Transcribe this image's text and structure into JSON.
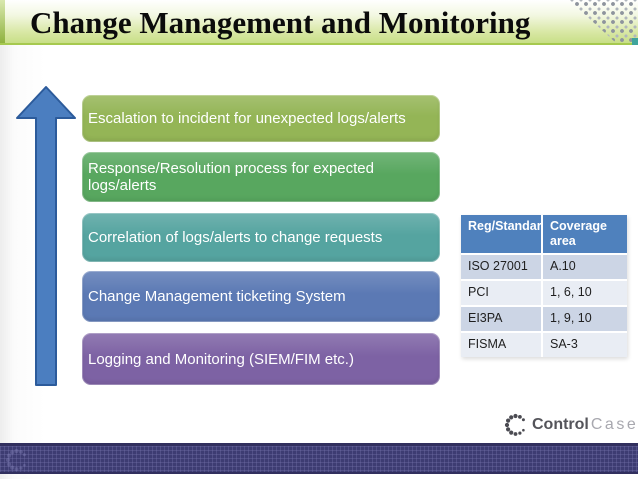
{
  "slide": {
    "title": "Change Management and Monitoring"
  },
  "process_bars": [
    {
      "label": "Escalation to incident for unexpected logs/alerts",
      "color": "#94b556"
    },
    {
      "label": "Response/Resolution process for expected logs/alerts",
      "color": "#58a75f"
    },
    {
      "label": "Correlation of logs/alerts to change requests",
      "color": "#55a4a0"
    },
    {
      "label": "Change Management ticketing System",
      "color": "#5b79b4"
    },
    {
      "label": "Logging and Monitoring (SIEM/FIM etc.)",
      "color": "#7d62a4"
    }
  ],
  "arrow": {
    "direction": "up",
    "fill": "#4b7ec0",
    "border": "#2c5b9b"
  },
  "table": {
    "headers": [
      "Reg/Standard",
      "Coverage area"
    ],
    "rows": [
      [
        "ISO 27001",
        "A.10"
      ],
      [
        "PCI",
        "1, 6, 10"
      ],
      [
        "EI3PA",
        "1, 9, 10"
      ],
      [
        "FISMA",
        "SA-3"
      ]
    ],
    "header_bg": "#4f81bd",
    "row_bg_odd": "#ccd5e5",
    "row_bg_even": "#e9edf4"
  },
  "logo": {
    "text_bold": "Control",
    "text_light": "Case"
  },
  "colors": {
    "header_gradient_bottom": "#c8df87",
    "header_underline": "#a6c94f",
    "footer_bar": "#3d3c72",
    "teal_corner_accent": "#3fa49c",
    "title_text": "#0b0b0b"
  }
}
